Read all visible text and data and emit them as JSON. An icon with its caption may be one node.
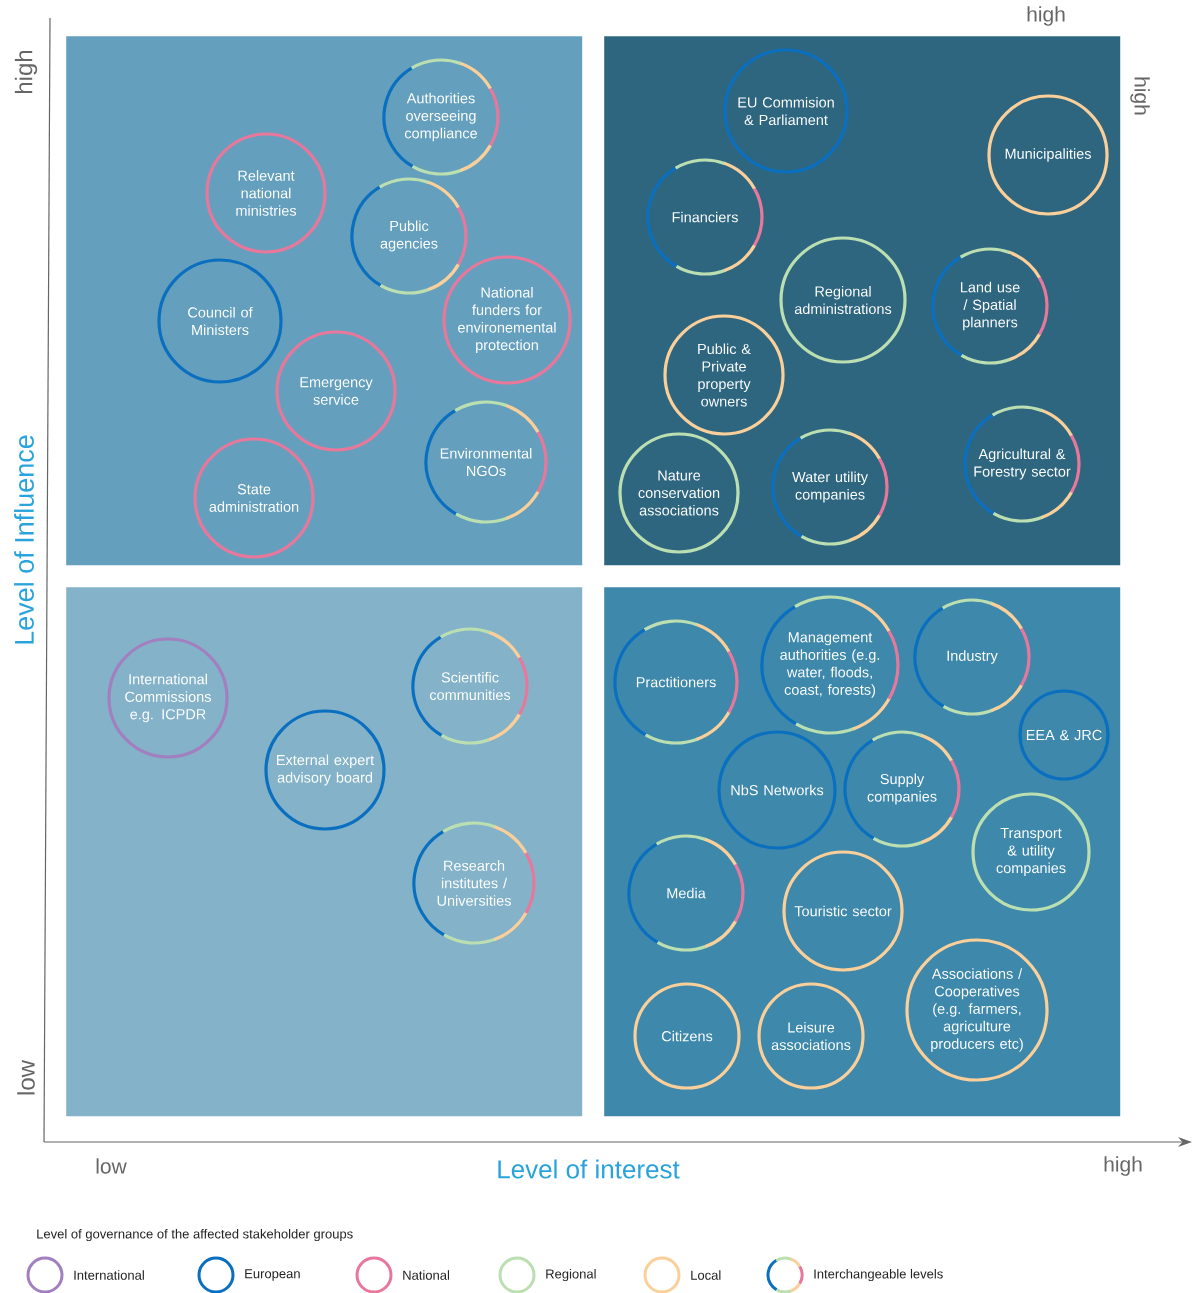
{
  "diagram": {
    "nodes": [
      {
        "text": [],
        "shape": "box"
      },
      {
        "text": [
          "Authorities overseeing compliance"
        ],
        "in": 0
      },
      {
        "text": [
          "Relevant national ministries"
        ],
        "in": 0
      },
      {
        "text": [
          "Public agencies"
        ],
        "in": 0
      },
      {
        "text": [
          "Council of Ministers"
        ],
        "in": 0
      },
      {
        "text": [
          "National funders for environemental protection"
        ],
        "in": 0
      },
      {
        "text": [
          "Emergency service"
        ],
        "in": 0
      },
      {
        "text": [
          "Environmental NGOs"
        ],
        "in": 0
      },
      {
        "text": [
          "State administration"
        ],
        "in": 0
      },
      {
        "text": [],
        "shape": "box"
      },
      {
        "text": [
          "EU Commision & Parliament"
        ],
        "in": 9
      },
      {
        "text": [
          "Municipalities"
        ],
        "in": 9
      },
      {
        "text": [
          "Financiers"
        ],
        "in": 9
      },
      {
        "text": [
          "Regional administrations"
        ],
        "in": 9
      },
      {
        "text": [
          "Land use / Spatial planners"
        ],
        "in": 9
      },
      {
        "text": [
          "Public & Private property owners"
        ],
        "in": 9
      },
      {
        "text": [
          "Nature conservation associations"
        ],
        "in": 9
      },
      {
        "text": [
          "Water utility companies"
        ],
        "in": 9
      },
      {
        "text": [
          "Agricultural & Forestry sector"
        ],
        "in": 9
      },
      {
        "text": [],
        "shape": "box"
      },
      {
        "text": [
          "International Commissions e.g. ICPDR"
        ],
        "in": 19
      },
      {
        "text": [
          "Scientific communities"
        ],
        "in": 19
      },
      {
        "text": [
          "External expert advisory board"
        ],
        "in": 19
      },
      {
        "text": [
          "Research institutes / Universities"
        ],
        "in": 19
      },
      {
        "text": [],
        "shape": "box"
      },
      {
        "text": [
          "Practitioners"
        ],
        "in": 24
      },
      {
        "text": [
          "Management authorities (e.g. water, floods, coast, forests)"
        ],
        "in": 24
      },
      {
        "text": [
          "Industry"
        ],
        "in": 24
      },
      {
        "text": [
          "EEA & JRC"
        ],
        "in": 24
      },
      {
        "text": [
          "NbS Networks"
        ],
        "in": 24
      },
      {
        "text": [
          "Supply companies"
        ],
        "in": 24
      },
      {
        "text": [
          "Transport & utility companies"
        ],
        "in": 24
      },
      {
        "text": [
          "Media"
        ],
        "in": 24
      },
      {
        "text": [
          "Touristic sector"
        ],
        "in": 24
      },
      {
        "text": [
          "Associations / Cooperatives (e.g. farmers, agriculture producers etc)"
        ],
        "in": 24
      },
      {
        "text": [
          "Citizens"
        ],
        "in": 24
      },
      {
        "text": [
          "Leisure associations"
        ],
        "in": 24
      }
    ],
    "labels": [
      "high",
      "Level of Influence",
      "low",
      "high",
      "high",
      "low",
      "Level of interest",
      "high",
      "Level of governance of the affected stakeholder groups"
    ],
    "legend": [
      {
        "text": "International",
        "color": "#a27fbf"
      },
      {
        "text": "European",
        "color": "#0b6fc0"
      },
      {
        "text": "National",
        "color": "#e7789c"
      },
      {
        "text": "Regional",
        "color": "#bbdfb1"
      },
      {
        "text": "Local",
        "color": "#fbcf9a"
      },
      {
        "text": "Interchangeable levels"
      }
    ]
  }
}
